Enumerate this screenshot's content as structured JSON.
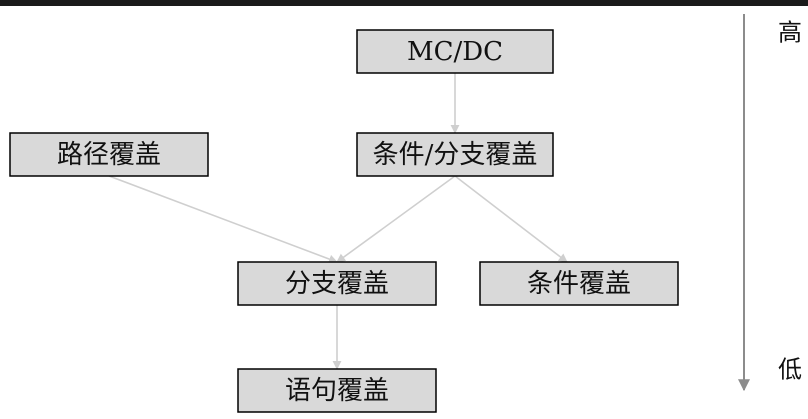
{
  "diagram": {
    "nodes": [
      {
        "id": "mcdc",
        "label": "MC/DC"
      },
      {
        "id": "path",
        "label": "路径覆盖"
      },
      {
        "id": "condbranch",
        "label": "条件/分支覆盖"
      },
      {
        "id": "branch",
        "label": "分支覆盖"
      },
      {
        "id": "condition",
        "label": "条件覆盖"
      },
      {
        "id": "statement",
        "label": "语句覆盖"
      }
    ],
    "edges": [
      {
        "from": "mcdc",
        "to": "condbranch"
      },
      {
        "from": "path",
        "to": "branch"
      },
      {
        "from": "condbranch",
        "to": "branch"
      },
      {
        "from": "condbranch",
        "to": "condition"
      },
      {
        "from": "branch",
        "to": "statement"
      }
    ],
    "scale": {
      "high_label": "高",
      "low_label": "低"
    },
    "colors": {
      "node_fill": "#d9d9d9",
      "node_border": "#000000",
      "edge": "#cfcfcf",
      "scale_arrow": "#8c8c8c"
    }
  }
}
